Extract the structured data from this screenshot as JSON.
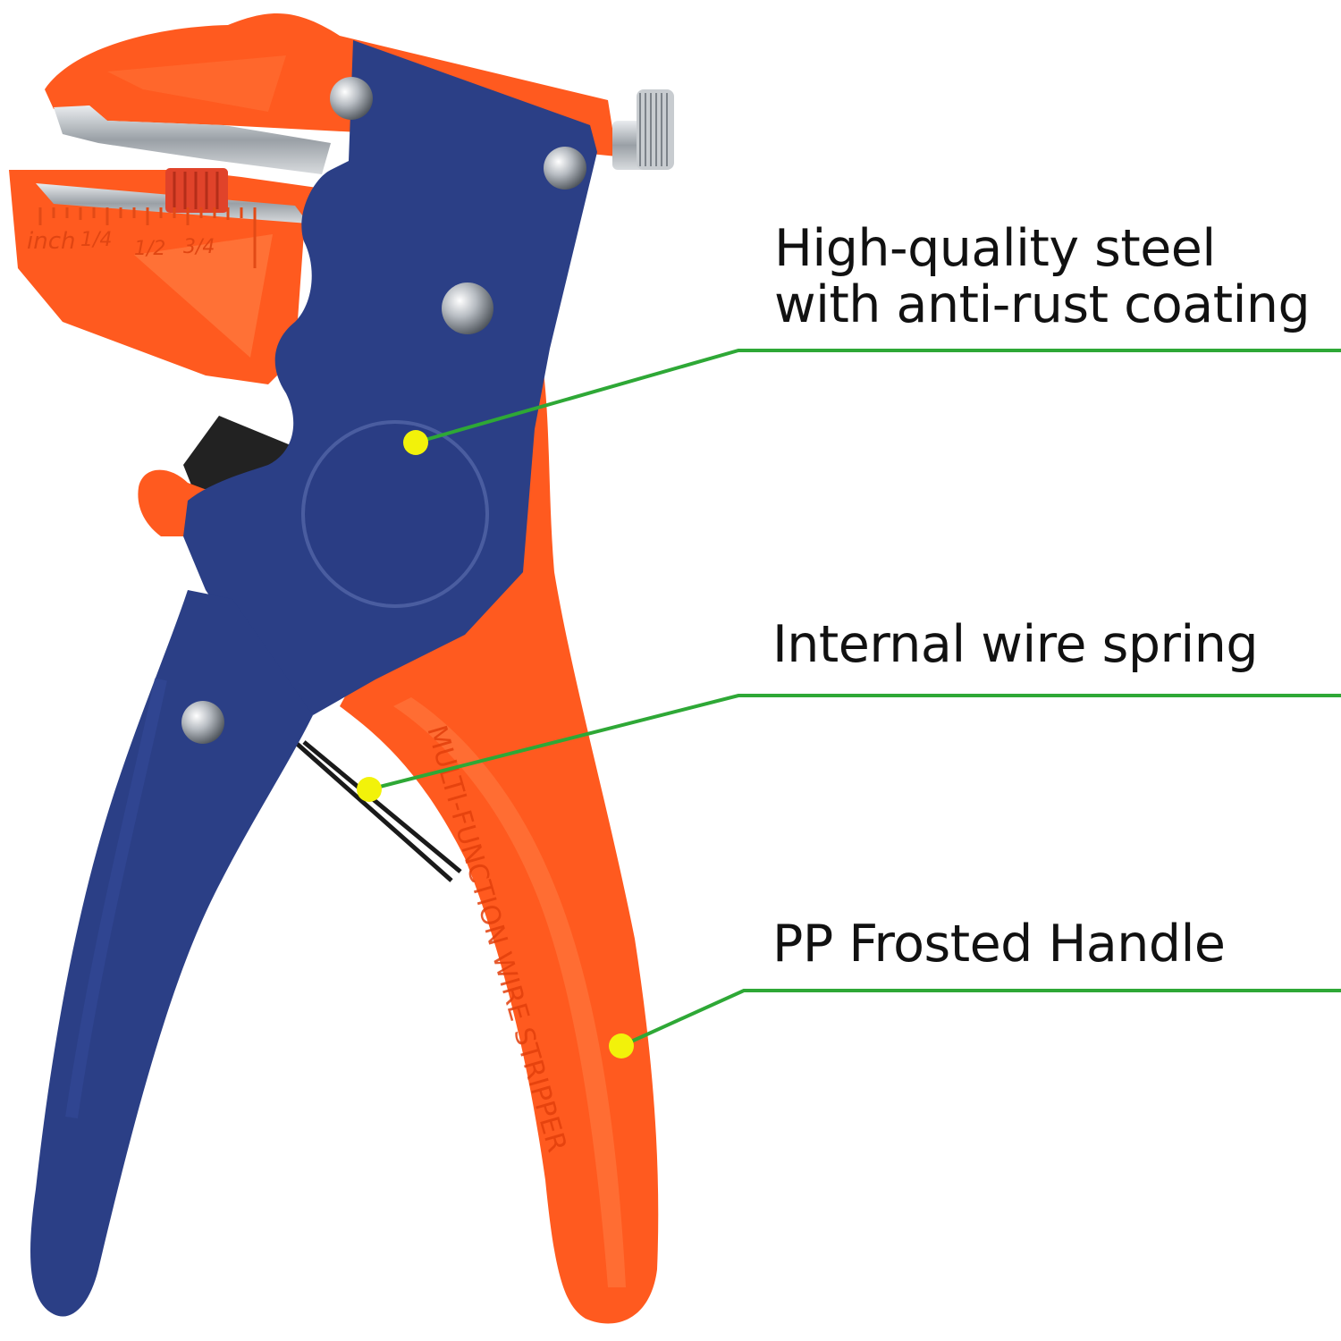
{
  "scale_text": {
    "unit": "inch",
    "marks": [
      "1/4",
      "1/2",
      "3/4"
    ]
  },
  "handle_text": "MULTI-FUNCTION WIRE STRIPPER",
  "callouts": [
    {
      "line1": "High-quality steel",
      "line2": "with anti-rust coating"
    },
    {
      "line1": "Internal wire spring"
    },
    {
      "line1": "PP Frosted Handle"
    }
  ],
  "colors": {
    "body_blue": "#2b3f86",
    "accent_orange": "#ff5a1f",
    "leader_green": "#2ea836",
    "marker_yellow": "#f2f20a"
  }
}
